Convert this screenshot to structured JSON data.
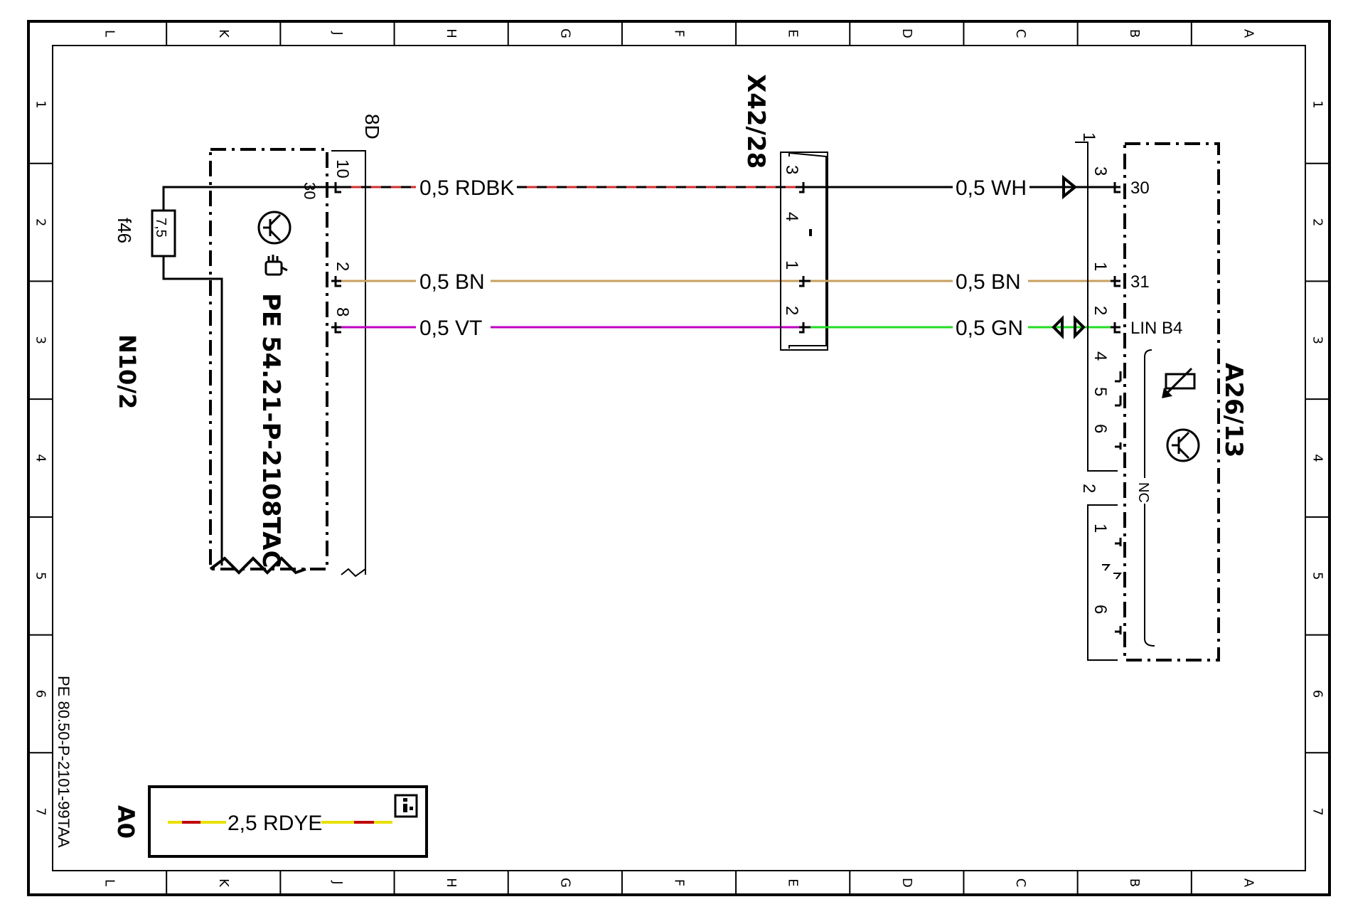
{
  "border": {
    "columns": [
      "L",
      "K",
      "J",
      "H",
      "G",
      "F",
      "E",
      "D",
      "C",
      "B",
      "A"
    ],
    "rows": [
      "1",
      "2",
      "3",
      "4",
      "5",
      "6",
      "7"
    ]
  },
  "components": {
    "n10_2": {
      "name": "N10/2",
      "reference": "PE 54.21-P-2108TAC",
      "connector": "8D",
      "fuse_name": "f46",
      "fuse_rating": "7,5",
      "terminal_30": "30",
      "pins": [
        "10",
        "2",
        "8"
      ]
    },
    "x42_28": {
      "name": "X42/28",
      "pins": [
        "3",
        "4",
        "1",
        "2"
      ]
    },
    "a26_13": {
      "name": "A26/13",
      "connector_1": "1",
      "connector_2": "2",
      "pins_1": [
        "3",
        "1",
        "2",
        "4",
        "5",
        "6"
      ],
      "pins_2": [
        "1",
        "6"
      ],
      "terminals": [
        "30",
        "31",
        "LIN B4"
      ],
      "nc_label": "NC"
    }
  },
  "wires": {
    "left": [
      {
        "label": "0,5 RDBK",
        "color": "#d32f2f",
        "secondary": "#000000"
      },
      {
        "label": "0,5 BN",
        "color": "#c8a060"
      },
      {
        "label": "0,5 VT",
        "color": "#c000c0"
      }
    ],
    "right": [
      {
        "label": "0,5 WH",
        "color": "#000000"
      },
      {
        "label": "0,5 BN",
        "color": "#c8a060"
      },
      {
        "label": "0,5 GN",
        "color": "#22dd22"
      }
    ]
  },
  "legend": {
    "title": "A0",
    "wire_label": "2,5 RDYE",
    "info_icon": "info-icon",
    "color_primary": "#e8e000",
    "color_secondary": "#c00000"
  },
  "document_ref": "PE 80.50-P-2101-99TAA"
}
